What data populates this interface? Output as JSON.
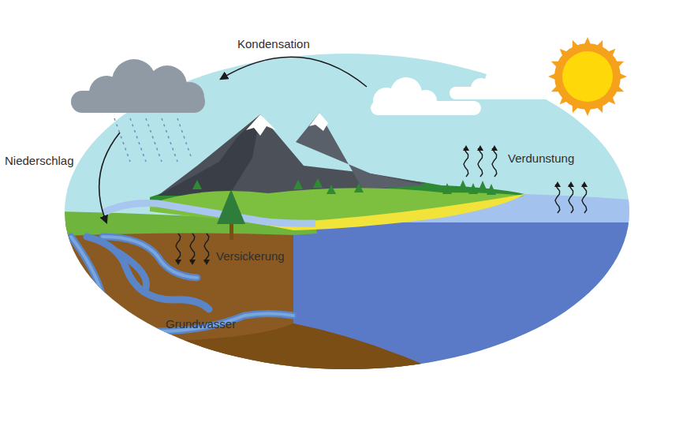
{
  "diagram": {
    "labels": [
      "Kondensation",
      "Niederschlag",
      "Verdunstung",
      "Versickerung",
      "Grundwasser"
    ]
  }
}
